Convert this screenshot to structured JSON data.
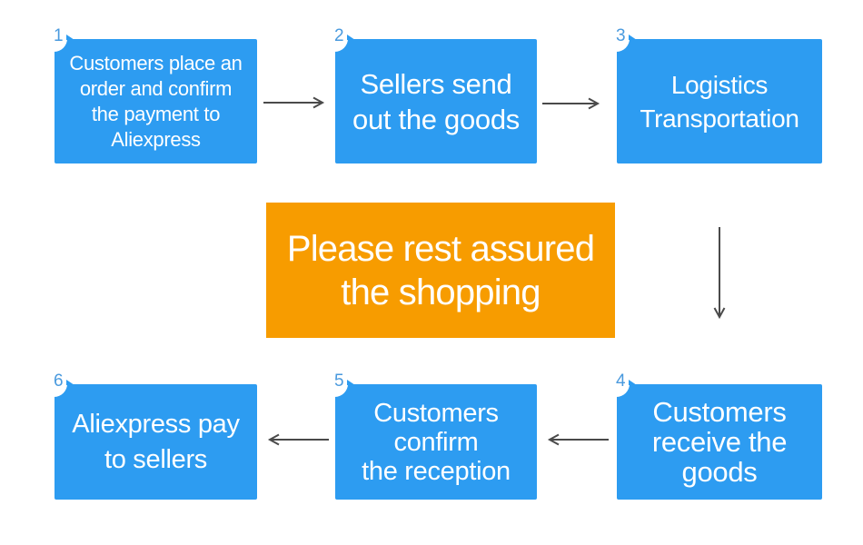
{
  "colors": {
    "box_blue": "#2d9cf1",
    "banner_orange": "#f79c00",
    "number_blue": "#4a9ade",
    "arrow_gray": "#4a4a4a",
    "text_white": "#ffffff",
    "background": "#ffffff"
  },
  "steps": [
    {
      "number": "1",
      "label": "Customers place an\norder and confirm\nthe payment to\nAliexpress"
    },
    {
      "number": "2",
      "label": "Sellers send\nout the goods"
    },
    {
      "number": "3",
      "label": "Logistics\nTransportation"
    },
    {
      "number": "4",
      "label": "Customers\nreceive the\ngoods"
    },
    {
      "number": "5",
      "label": "Customers\nconfirm\nthe reception"
    },
    {
      "number": "6",
      "label": "Aliexpress pay\nto sellers"
    }
  ],
  "banner": {
    "label": "Please rest assured\nthe shopping"
  },
  "arrows": [
    {
      "from": "1",
      "to": "2",
      "direction": "right"
    },
    {
      "from": "2",
      "to": "3",
      "direction": "right"
    },
    {
      "from": "3",
      "to": "4",
      "direction": "down"
    },
    {
      "from": "4",
      "to": "5",
      "direction": "left"
    },
    {
      "from": "5",
      "to": "6",
      "direction": "left"
    }
  ]
}
